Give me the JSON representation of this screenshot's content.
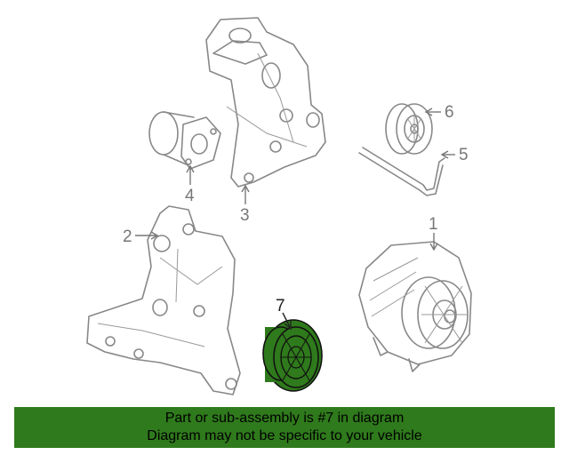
{
  "callouts": {
    "c1": "1",
    "c2": "2",
    "c3": "3",
    "c4": "4",
    "c5": "5",
    "c6": "6",
    "c7": "7"
  },
  "highlight": {
    "part": "7",
    "color": "#2f7a1c"
  },
  "banner": {
    "line1": "Part or sub-assembly is #7 in diagram",
    "line2": "Diagram may not be specific to your vehicle"
  }
}
